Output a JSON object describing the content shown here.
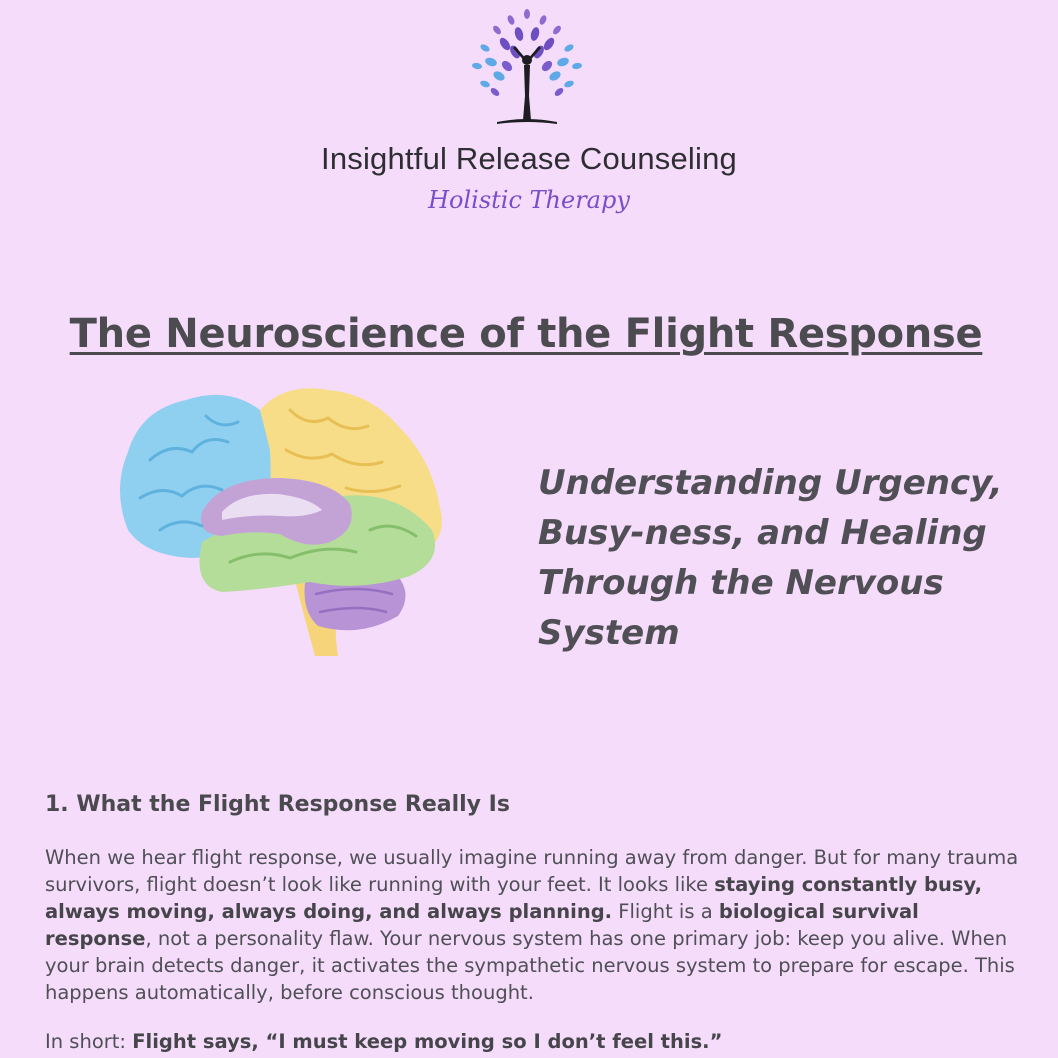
{
  "brand": {
    "name": "Insightful Release Counseling",
    "tagline": "Holistic Therapy"
  },
  "document": {
    "title": "The Neuroscience of the Flight Response",
    "subtitle": "Understanding Urgency, Busy-ness, and Healing Through the Nervous System"
  },
  "section1": {
    "heading": "1. What the Flight Response Really Is",
    "p1_a": "When we hear flight response, we usually imagine running away from danger. But for many trauma survivors, flight doesn’t look like running with your feet. It looks like ",
    "p1_b": "staying constantly busy, always moving, always doing, and always planning.",
    "p1_c": " Flight is a ",
    "p1_d": "biological survival response",
    "p1_e": ", not a personality flaw. Your nervous system has one primary job: keep you alive. When your brain detects danger, it activates the sympathetic nervous system to prepare for escape. This happens automatically, before conscious thought.",
    "summary_lead": "In short: ",
    "summary_bold": "Flight says, “I must keep moving so I don’t feel this.”"
  },
  "colors": {
    "background": "#f5dcfb",
    "text": "#4a4a4e",
    "tagline": "#7a4ec8",
    "brain_frontal": "#8fd0f0",
    "brain_parietal": "#f7dd88",
    "brain_temporal": "#b5dd9a",
    "brain_limbic": "#c3a3d6",
    "brain_cerebellum": "#b893d6",
    "brain_stem": "#f6d57a"
  }
}
